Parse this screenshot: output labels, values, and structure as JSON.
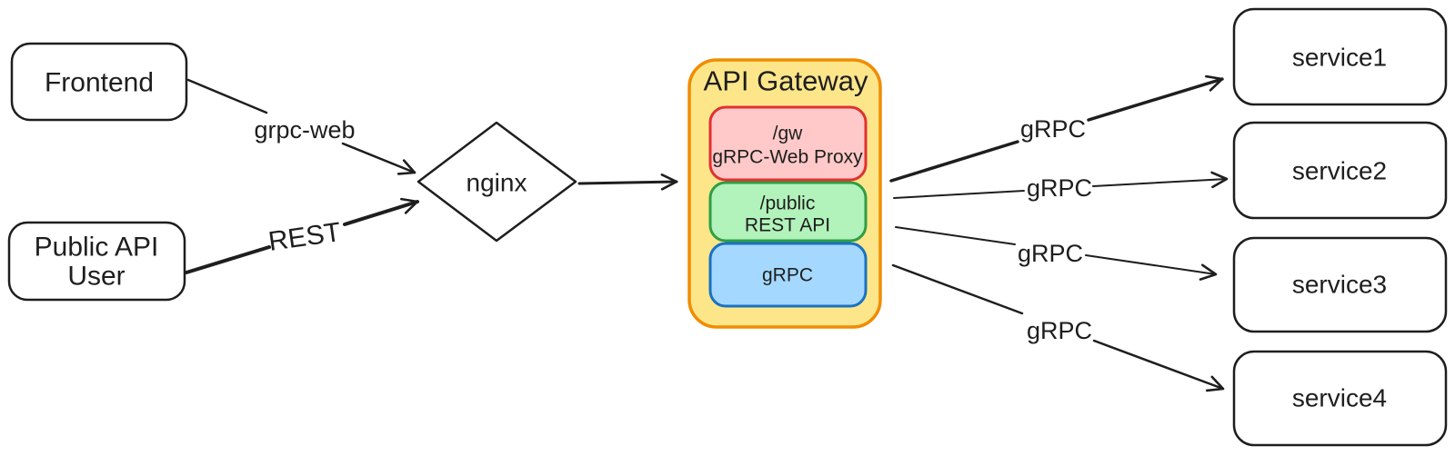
{
  "canvas": {
    "background": "#ffffff",
    "ink": "#1e1e1e"
  },
  "nodes": {
    "frontend": {
      "label": "Frontend"
    },
    "public_api_user": {
      "line1": "Public API",
      "line2": "User"
    },
    "nginx": {
      "label": "nginx"
    },
    "api_gateway": {
      "title": "API Gateway",
      "stroke": "#f08c00",
      "fill": "#fde68a",
      "children": {
        "gw_proxy": {
          "line1": "/gw",
          "line2": "gRPC-Web Proxy",
          "stroke": "#e03131",
          "fill": "#ffc9c9"
        },
        "rest_api": {
          "line1": "/public",
          "line2": "REST API",
          "stroke": "#2f9e44",
          "fill": "#b2f2bb"
        },
        "grpc": {
          "line1": "gRPC",
          "stroke": "#1971c2",
          "fill": "#a5d8ff"
        }
      }
    },
    "services": [
      {
        "label": "service1"
      },
      {
        "label": "service2"
      },
      {
        "label": "service3"
      },
      {
        "label": "service4"
      }
    ]
  },
  "edges": {
    "grpc_web": {
      "label": "grpc-web"
    },
    "rest": {
      "label": "REST"
    },
    "grpc_calls": [
      "gRPC",
      "gRPC",
      "gRPC",
      "gRPC"
    ]
  }
}
